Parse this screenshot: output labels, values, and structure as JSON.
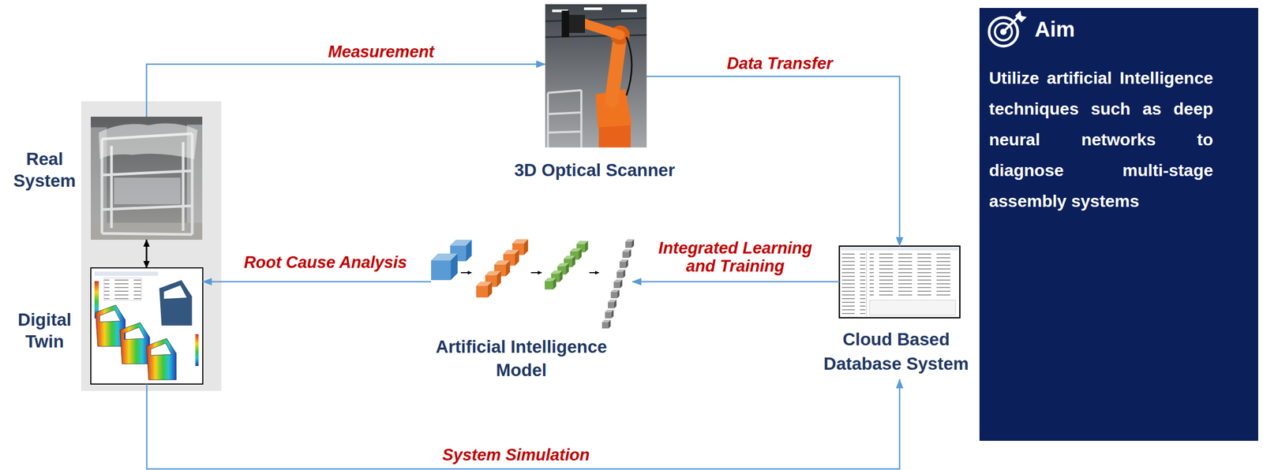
{
  "diagram": {
    "nodes": [
      {
        "text": [
          "Real System"
        ]
      },
      {
        "text": [
          "Digital Twin"
        ]
      },
      {
        "text": [
          "3D Optical Scanner"
        ]
      },
      {
        "text": [
          "Artificial Intelligence Model"
        ]
      },
      {
        "text": [
          "Cloud Based Database System"
        ]
      },
      {
        "text": [
          "Aim",
          "Utilize artificial Intelligence techniques such as deep neural networks to diagnose multi-stage assembly systems"
        ]
      }
    ],
    "edges": [
      {
        "from": 0,
        "to": 2,
        "arrow": "to",
        "label": "Measurement"
      },
      {
        "from": 2,
        "to": 4,
        "arrow": "to",
        "label": "Data Transfer"
      },
      {
        "from": 4,
        "to": 3,
        "arrow": "to",
        "label": "Integrated Learning and Training"
      },
      {
        "from": 3,
        "to": 1,
        "arrow": "to",
        "label": "Root Cause Analysis"
      },
      {
        "from": 1,
        "to": 4,
        "arrow": "to",
        "label": "System Simulation"
      },
      {
        "from": 0,
        "to": 1,
        "arrow": "both"
      }
    ]
  }
}
